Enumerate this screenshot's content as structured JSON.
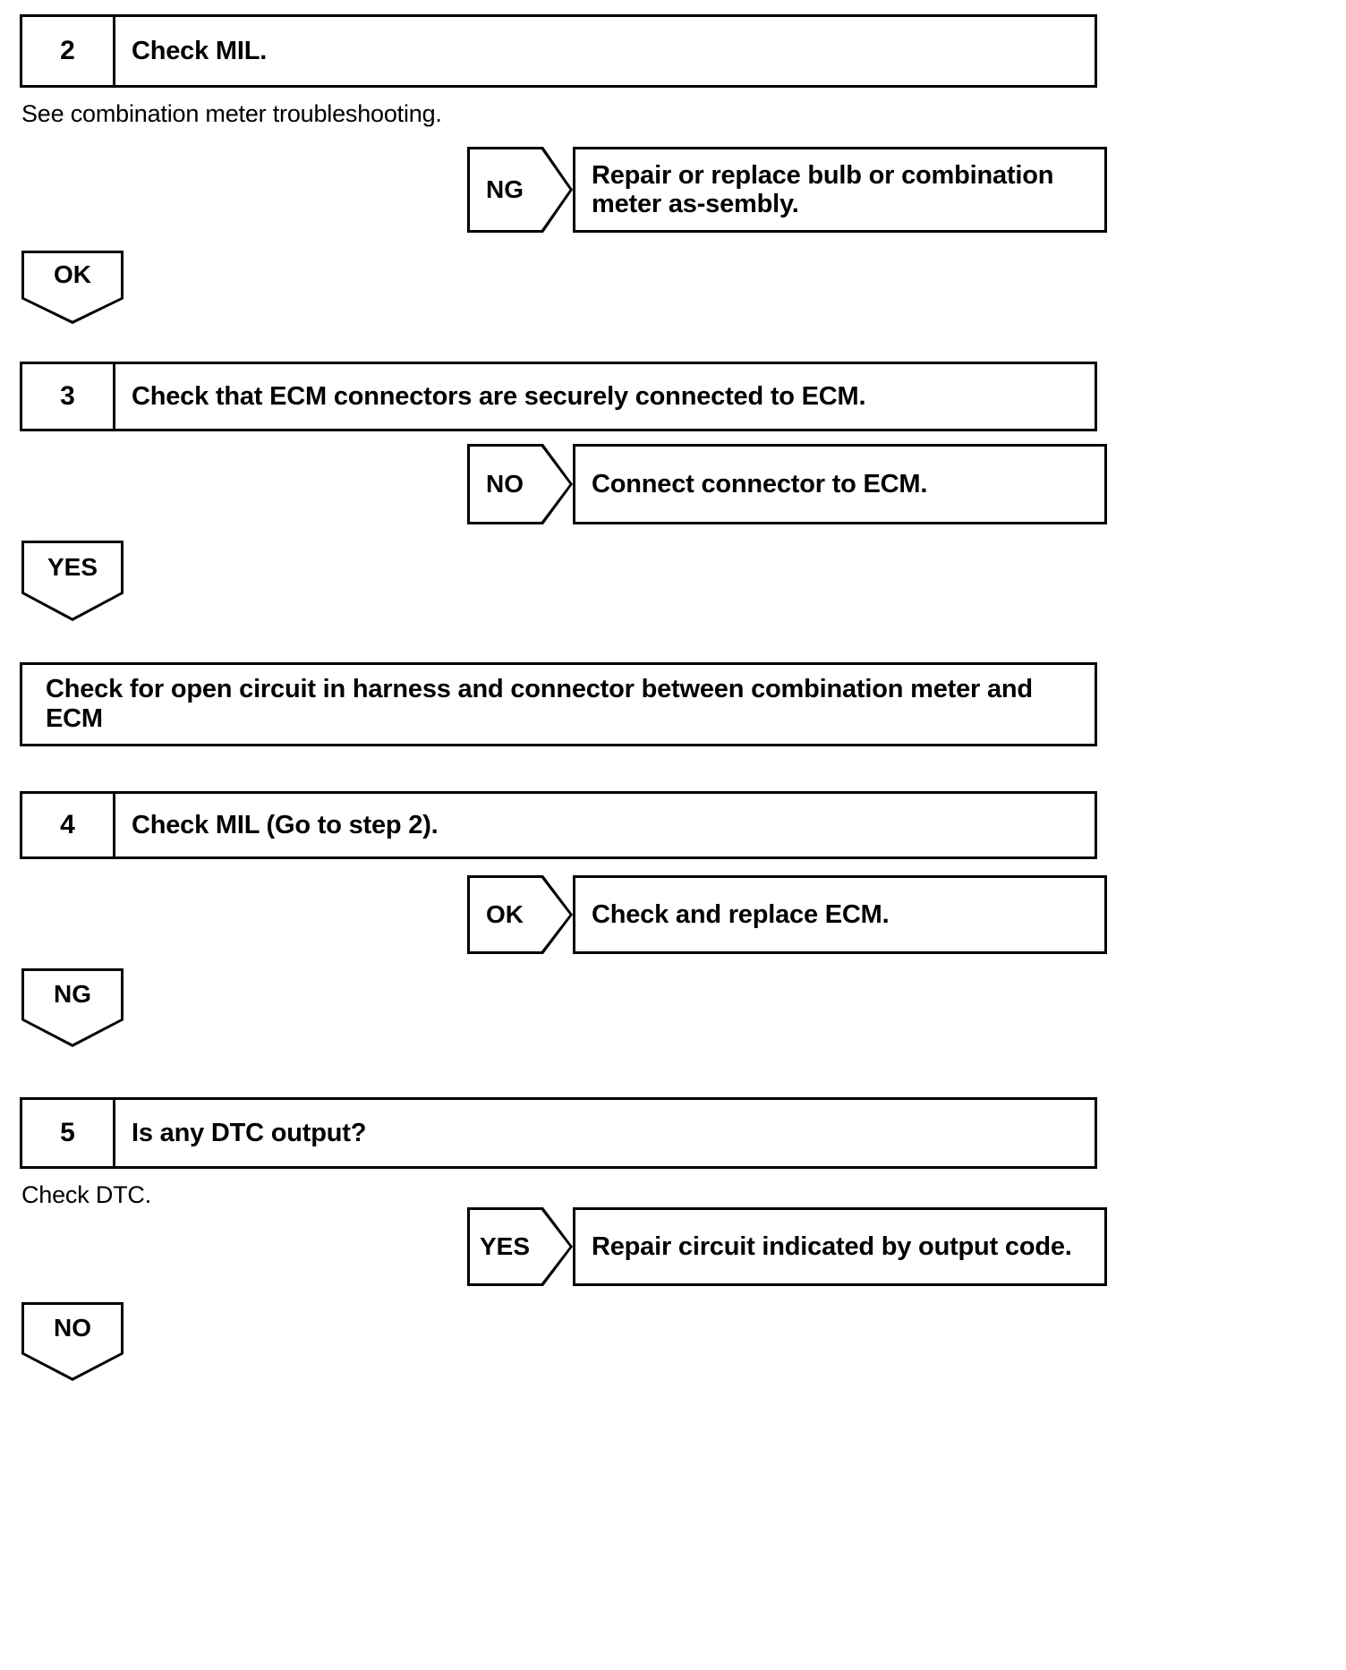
{
  "document": {
    "type": "automotive-troubleshooting-flowchart",
    "ink_color": "#000000",
    "background_color": "#ffffff"
  },
  "steps": [
    {
      "number": "2",
      "title": "Check MIL.",
      "note": "See combination meter troubleshooting.",
      "branch": {
        "label": "NG",
        "result": "Repair or replace bulb or combination meter as-sembly."
      },
      "flow": {
        "label": "OK"
      }
    },
    {
      "number": "3",
      "title": "Check that ECM connectors are securely connected to ECM.",
      "branch": {
        "label": "NO",
        "result": "Connect connector to ECM."
      },
      "flow": {
        "label": "YES"
      }
    },
    {
      "number": "4",
      "title": "Check MIL (Go to step 2).",
      "branch": {
        "label": "OK",
        "result": "Check and replace ECM."
      },
      "flow": {
        "label": "NG"
      }
    },
    {
      "number": "5",
      "title": "Is any DTC output?",
      "note": "Check DTC.",
      "branch": {
        "label": "YES",
        "result": "Repair circuit indicated by output code."
      },
      "flow": {
        "label": "NO"
      }
    }
  ],
  "interstitial": {
    "text": "Check for open circuit in harness and connector between combination meter and ECM"
  }
}
